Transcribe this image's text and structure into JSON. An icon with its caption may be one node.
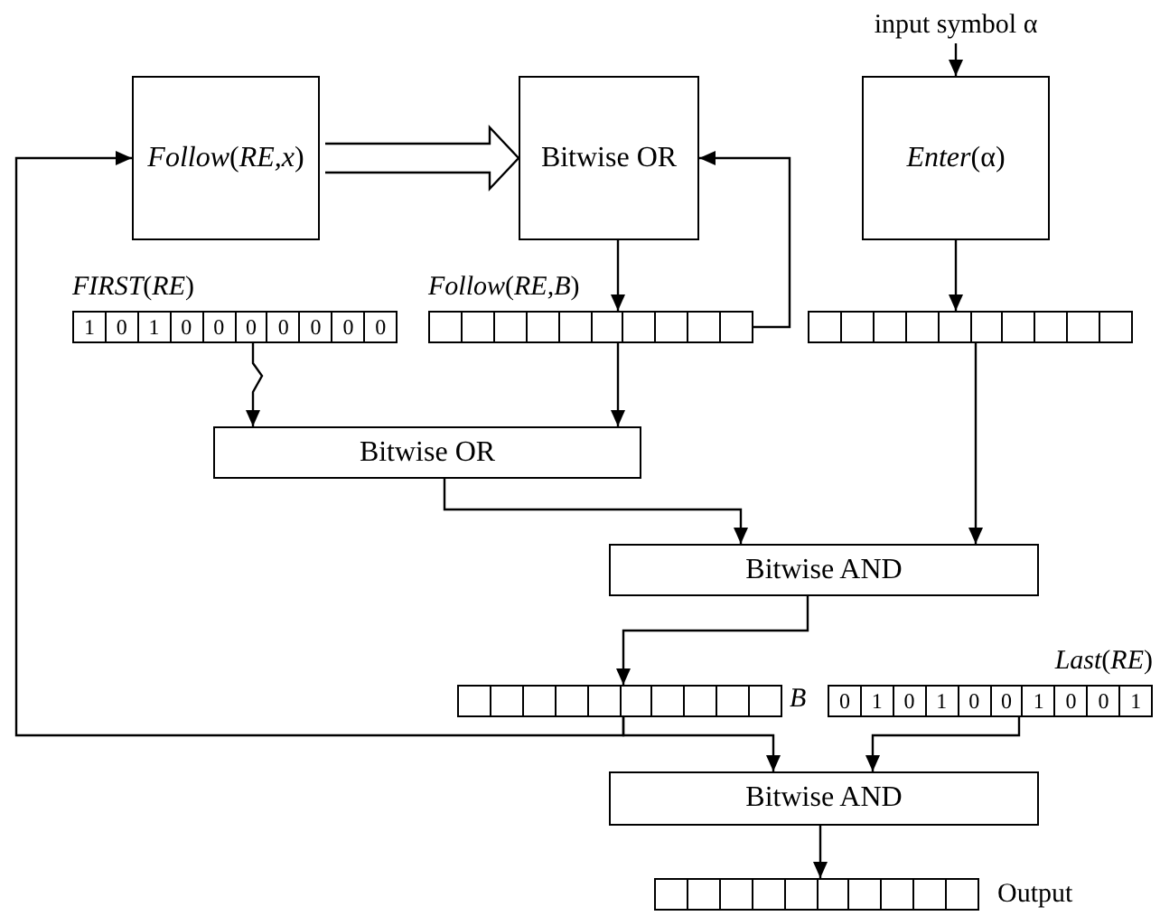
{
  "diagram": {
    "nodes": [
      {
        "text": [
          "*Follow*(*RE,x*)"
        ]
      },
      {
        "text": [
          "Bitwise OR"
        ]
      },
      {
        "text": [
          "*Enter*(α)"
        ]
      },
      {
        "text": [
          "input symbol α"
        ]
      },
      {
        "text": [
          "*FIRST*(*RE*)",
          "1",
          "0",
          "1",
          "0",
          "0",
          "0",
          "0",
          "0",
          "0",
          "0"
        ]
      },
      {
        "text": [
          "*Follow*(*RE,B*)"
        ]
      },
      {
        "text": [],
        "shape": "bar"
      },
      {
        "text": [
          "Bitwise OR"
        ]
      },
      {
        "text": [
          "Bitwise AND"
        ]
      },
      {
        "text": [],
        "shape": "bar",
        "beside": [
          "*B*"
        ]
      },
      {
        "text": [
          "*Last*(*RE*)",
          "0",
          "1",
          "0",
          "1",
          "0",
          "0",
          "1",
          "0",
          "0",
          "1"
        ]
      },
      {
        "text": [
          "Bitwise AND"
        ]
      },
      {
        "text": [],
        "shape": "bar",
        "beside": [
          "Output"
        ]
      }
    ],
    "edges": [
      {
        "from": 3,
        "to": 2,
        "arrow": "to"
      },
      {
        "from": 0,
        "to": 1,
        "arrow": "to",
        "style": "thick"
      },
      {
        "from": 1,
        "to": 5,
        "arrow": "to"
      },
      {
        "from": 5,
        "to": 1,
        "arrow": "to"
      },
      {
        "from": 2,
        "to": 6,
        "arrow": "to"
      },
      {
        "from": 4,
        "to": 7,
        "arrow": "to"
      },
      {
        "from": 5,
        "to": 7,
        "arrow": "to"
      },
      {
        "from": 7,
        "to": 8,
        "arrow": "to"
      },
      {
        "from": 6,
        "to": 8,
        "arrow": "to"
      },
      {
        "from": 8,
        "to": 9,
        "arrow": "to"
      },
      {
        "from": 9,
        "to": 0,
        "arrow": "to"
      },
      {
        "from": 9,
        "to": 11,
        "arrow": "to"
      },
      {
        "from": 10,
        "to": 11,
        "arrow": "to"
      },
      {
        "from": 11,
        "to": 12,
        "arrow": "to"
      }
    ]
  }
}
